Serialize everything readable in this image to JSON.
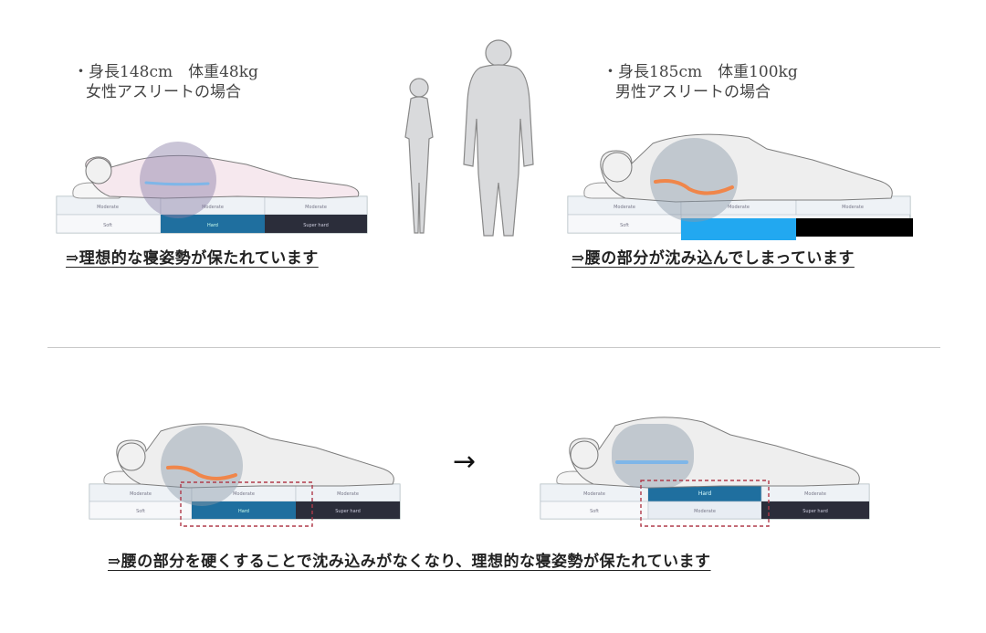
{
  "top_left": {
    "profile_line1": "・身長148cm　体重48kg",
    "profile_line2": "女性アスリートの場合",
    "caption": "⇒理想的な寝姿勢が保たれています",
    "mattress": {
      "top_labels": [
        "Moderate",
        "Moderate",
        "Moderate"
      ],
      "bottom_labels": [
        "Soft",
        "Hard",
        "Super hard"
      ]
    }
  },
  "top_right": {
    "profile_line1": "・身長185cm　体重100kg",
    "profile_line2": "男性アスリートの場合",
    "caption": "⇒腰の部分が沈み込んでしまっています",
    "mattress": {
      "top_labels": [
        "Moderate",
        "Moderate",
        "Moderate"
      ],
      "bottom_labels": [
        "Soft",
        "",
        ""
      ]
    }
  },
  "bottom": {
    "arrow": "→",
    "caption": "⇒腰の部分を硬くすることで沈み込みがなくなり、理想的な寝姿勢が保たれています",
    "before_mattress": {
      "top_labels": [
        "Moderate",
        "Moderate",
        "Moderate"
      ],
      "bottom_labels": [
        "Soft",
        "Hard",
        "Super hard"
      ]
    },
    "after_mattress": {
      "top_labels": [
        "Moderate",
        "Hard",
        "Moderate"
      ],
      "bottom_labels": [
        "Soft",
        "Moderate",
        "Super hard"
      ]
    }
  },
  "colors": {
    "mattress_blue": "#1f6f9f",
    "mattress_light_blue": "#22a8f0",
    "mattress_dark": "#2b2d3a",
    "spine_orange": "#f0864a",
    "spine_blue": "#7fb6e8",
    "highlight_purple": "#8a7fa6",
    "dashed_red": "#b03a4a"
  }
}
